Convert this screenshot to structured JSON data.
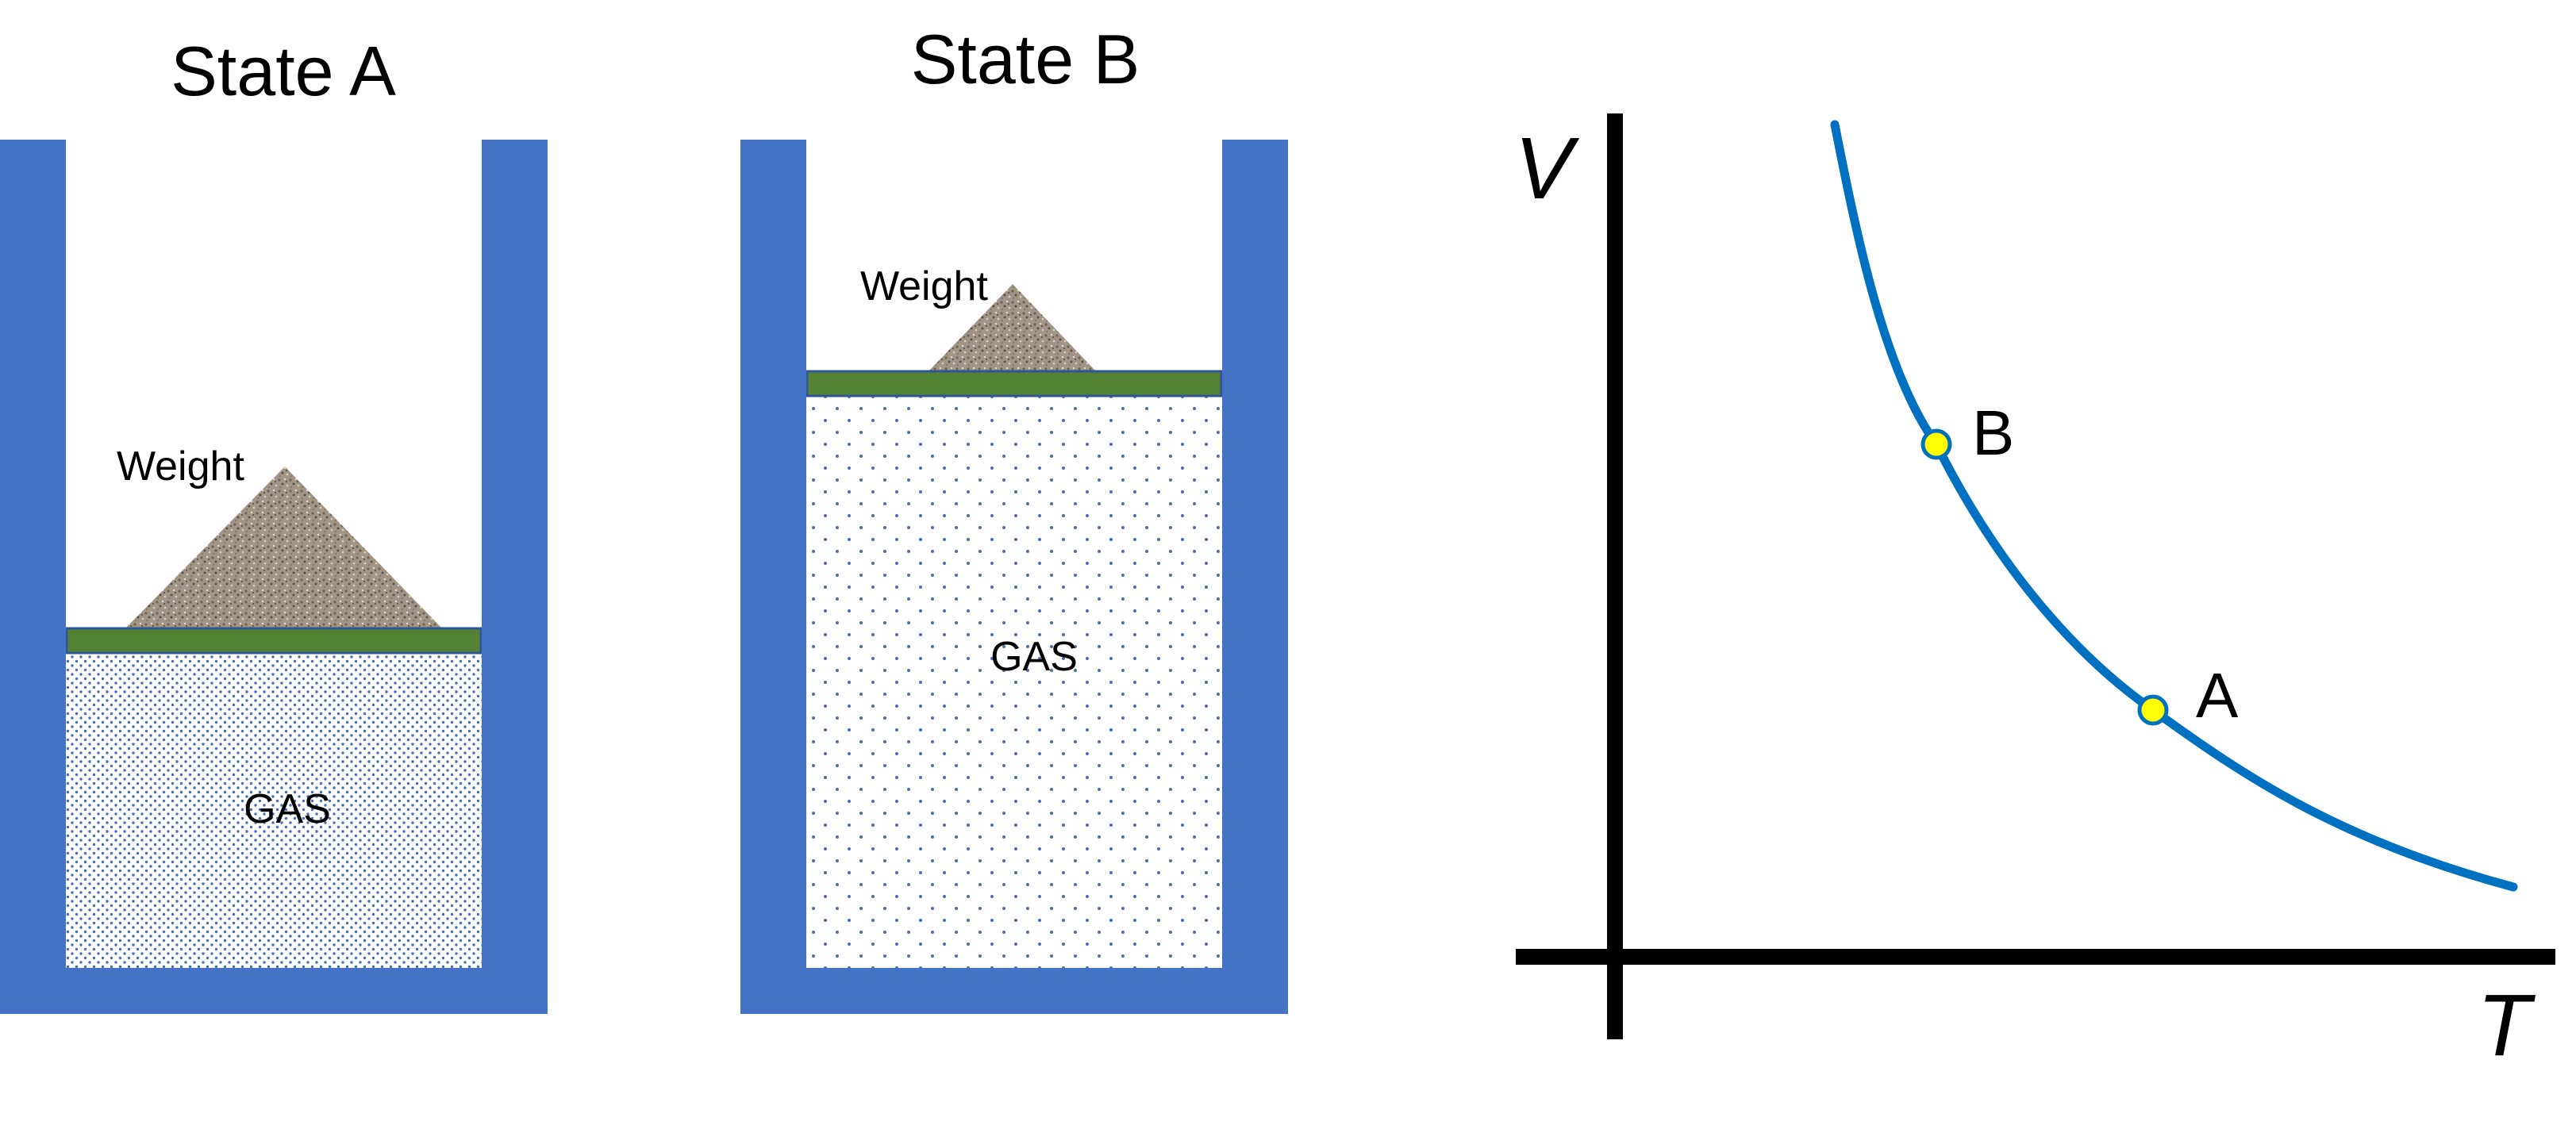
{
  "state_a": {
    "title": "State A",
    "weight_label": "Weight",
    "gas_label": "GAS"
  },
  "state_b": {
    "title": "State B",
    "weight_label": "Weight",
    "gas_label": "GAS"
  },
  "graph": {
    "y_label": "V",
    "x_label": "T",
    "points": [
      {
        "label": "B"
      },
      {
        "label": "A"
      }
    ]
  },
  "colors": {
    "cylinder": "#4472C4",
    "piston": "#548235",
    "curve": "#0070C0",
    "point_fill": "#FFFF00",
    "gas_dots": "#4A6FB5",
    "weight": "#9A8B7C"
  }
}
